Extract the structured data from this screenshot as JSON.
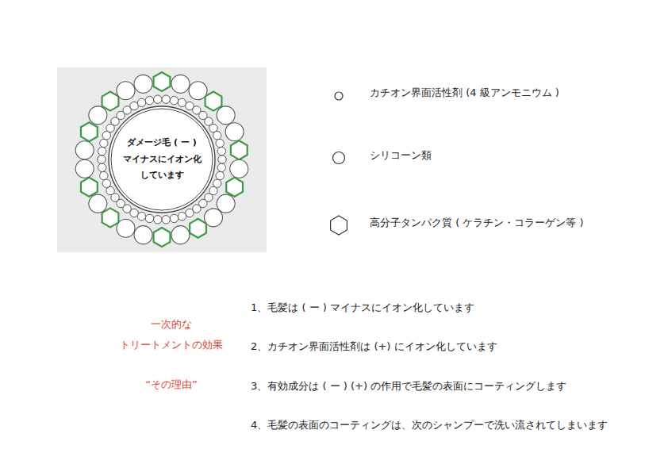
{
  "diagram": {
    "nodes": [
      {
        "text": [
          "ダメージ毛 ( ー ) マイナスにイオン化 しています"
        ]
      }
    ],
    "labels": [
      "一次的な トリートメントの効果",
      "“その理由”",
      "1、毛髪は ( ー ) マイナスにイオン化しています",
      "2、カチオン界面活性剤は (+) にイオン化しています",
      "3、有効成分は ( ー ) (+) の作用で毛髪の表面にコーティングします",
      "4、毛髪の表面のコーティングは、次のシャンプーで洗い流されてしまいます"
    ],
    "legend": [
      {
        "text": "カチオン界面活性剤 (4 級アンモニウム )"
      },
      {
        "text": "シリコーン類"
      },
      {
        "text": "高分子タンパク質 ( ケラチン・コラーゲン等 )"
      }
    ]
  }
}
